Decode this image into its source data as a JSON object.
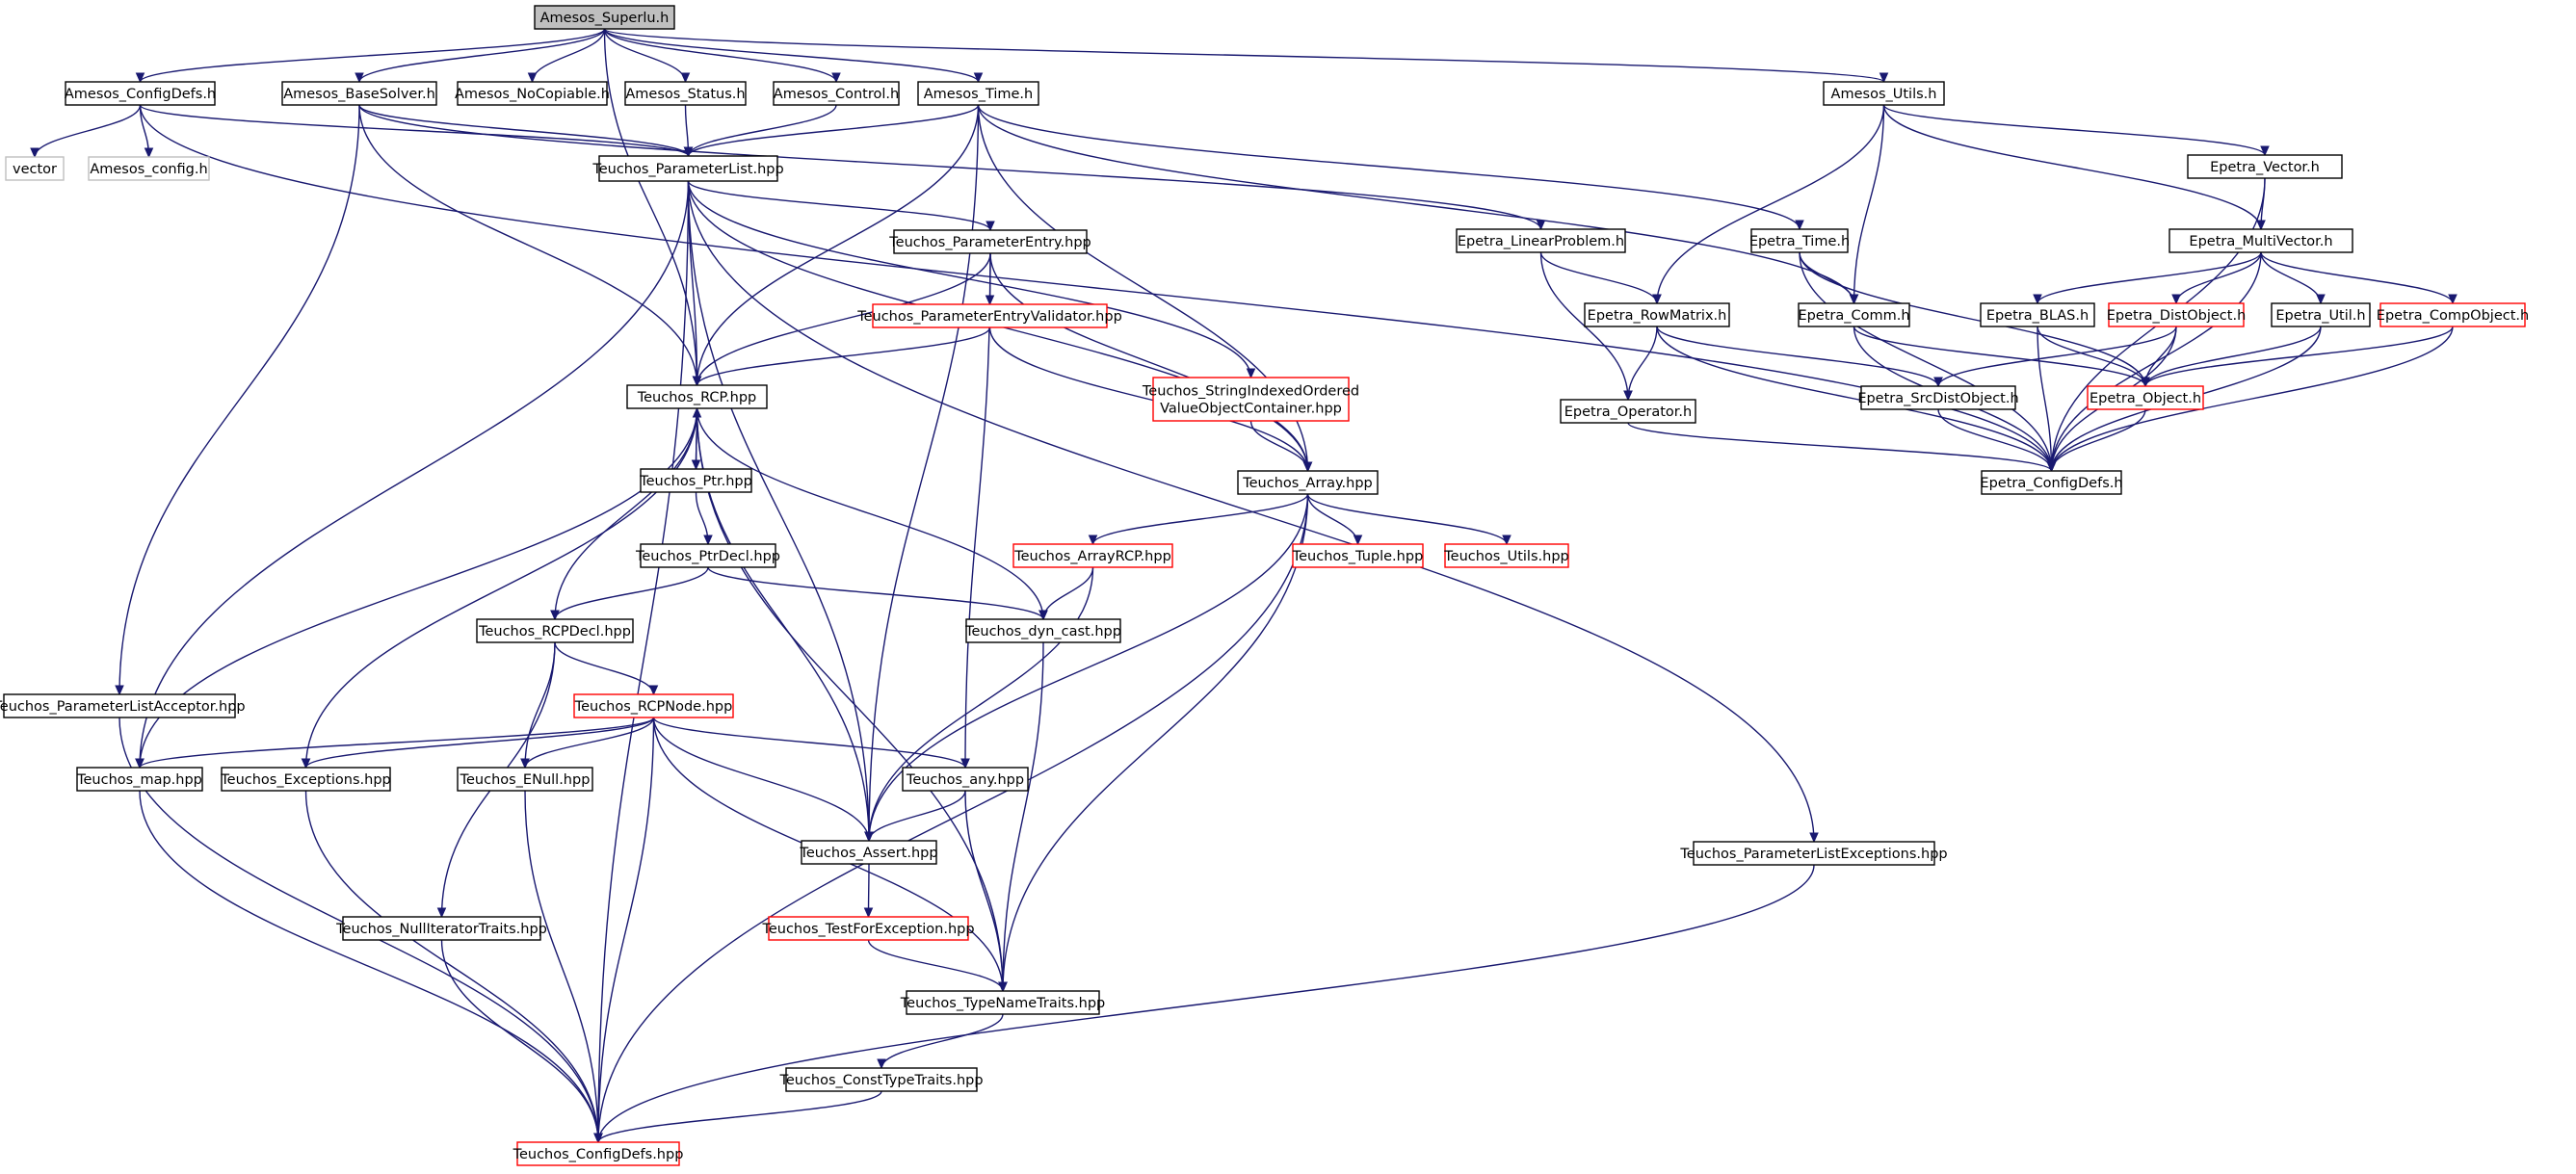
{
  "colors": {
    "edge": "#191970",
    "root_fill": "#bfbfbf",
    "default_border": "#000000",
    "external_border": "#bfbfbf",
    "truncated_border": "#ff0000",
    "text": "#000000"
  },
  "nodes": [
    {
      "id": "superlu",
      "label": "Amesos_Superlu.h",
      "kind": "root"
    },
    {
      "id": "configdefs_amesos",
      "label": "Amesos_ConfigDefs.h",
      "kind": "normal"
    },
    {
      "id": "basesolver",
      "label": "Amesos_BaseSolver.h",
      "kind": "normal"
    },
    {
      "id": "nocopiable",
      "label": "Amesos_NoCopiable.h",
      "kind": "normal"
    },
    {
      "id": "status",
      "label": "Amesos_Status.h",
      "kind": "normal"
    },
    {
      "id": "control",
      "label": "Amesos_Control.h",
      "kind": "normal"
    },
    {
      "id": "time",
      "label": "Amesos_Time.h",
      "kind": "normal"
    },
    {
      "id": "utils",
      "label": "Amesos_Utils.h",
      "kind": "normal"
    },
    {
      "id": "vector",
      "label": "vector",
      "kind": "external"
    },
    {
      "id": "amesos_config",
      "label": "Amesos_config.h",
      "kind": "external"
    },
    {
      "id": "paramlist",
      "label": "Teuchos_ParameterList.hpp",
      "kind": "normal"
    },
    {
      "id": "paramentry",
      "label": "Teuchos_ParameterEntry.hpp",
      "kind": "normal"
    },
    {
      "id": "paramentryvalidator",
      "label": "Teuchos_ParameterEntryValidator.hpp",
      "kind": "truncated"
    },
    {
      "id": "stringindexed",
      "label": [
        "Teuchos_StringIndexedOrdered",
        "ValueObjectContainer.hpp"
      ],
      "kind": "truncated"
    },
    {
      "id": "rcp",
      "label": "Teuchos_RCP.hpp",
      "kind": "normal"
    },
    {
      "id": "ptr",
      "label": "Teuchos_Ptr.hpp",
      "kind": "normal"
    },
    {
      "id": "ptrdecl",
      "label": "Teuchos_PtrDecl.hpp",
      "kind": "normal"
    },
    {
      "id": "rcpdecl",
      "label": "Teuchos_RCPDecl.hpp",
      "kind": "normal"
    },
    {
      "id": "rcpnode",
      "label": "Teuchos_RCPNode.hpp",
      "kind": "truncated"
    },
    {
      "id": "array",
      "label": "Teuchos_Array.hpp",
      "kind": "normal"
    },
    {
      "id": "arrayrcp",
      "label": "Teuchos_ArrayRCP.hpp",
      "kind": "truncated"
    },
    {
      "id": "tuple",
      "label": "Teuchos_Tuple.hpp",
      "kind": "truncated"
    },
    {
      "id": "tutils",
      "label": "Teuchos_Utils.hpp",
      "kind": "truncated"
    },
    {
      "id": "dyncast",
      "label": "Teuchos_dyn_cast.hpp",
      "kind": "normal"
    },
    {
      "id": "plaacceptor",
      "label": "Teuchos_ParameterListAcceptor.hpp",
      "kind": "normal"
    },
    {
      "id": "map",
      "label": "Teuchos_map.hpp",
      "kind": "normal"
    },
    {
      "id": "exceptions",
      "label": "Teuchos_Exceptions.hpp",
      "kind": "normal"
    },
    {
      "id": "enull",
      "label": "Teuchos_ENull.hpp",
      "kind": "normal"
    },
    {
      "id": "any",
      "label": "Teuchos_any.hpp",
      "kind": "normal"
    },
    {
      "id": "assert",
      "label": "Teuchos_Assert.hpp",
      "kind": "normal"
    },
    {
      "id": "testforexc",
      "label": "Teuchos_TestForException.hpp",
      "kind": "truncated"
    },
    {
      "id": "nulliter",
      "label": "Teuchos_NullIteratorTraits.hpp",
      "kind": "normal"
    },
    {
      "id": "typenametraits",
      "label": "Teuchos_TypeNameTraits.hpp",
      "kind": "normal"
    },
    {
      "id": "consttypetraits",
      "label": "Teuchos_ConstTypeTraits.hpp",
      "kind": "normal"
    },
    {
      "id": "tconfigdefs",
      "label": "Teuchos_ConfigDefs.hpp",
      "kind": "truncated"
    },
    {
      "id": "plexceptions",
      "label": "Teuchos_ParameterListExceptions.hpp",
      "kind": "normal"
    },
    {
      "id": "linearproblem",
      "label": "Epetra_LinearProblem.h",
      "kind": "normal"
    },
    {
      "id": "etime",
      "label": "Epetra_Time.h",
      "kind": "normal"
    },
    {
      "id": "evector",
      "label": "Epetra_Vector.h",
      "kind": "normal"
    },
    {
      "id": "multivector",
      "label": "Epetra_MultiVector.h",
      "kind": "normal"
    },
    {
      "id": "rowmatrix",
      "label": "Epetra_RowMatrix.h",
      "kind": "normal"
    },
    {
      "id": "comm",
      "label": "Epetra_Comm.h",
      "kind": "normal"
    },
    {
      "id": "blas",
      "label": "Epetra_BLAS.h",
      "kind": "normal"
    },
    {
      "id": "distobject",
      "label": "Epetra_DistObject.h",
      "kind": "truncated"
    },
    {
      "id": "eutil",
      "label": "Epetra_Util.h",
      "kind": "normal"
    },
    {
      "id": "compobject",
      "label": "Epetra_CompObject.h",
      "kind": "truncated"
    },
    {
      "id": "operator",
      "label": "Epetra_Operator.h",
      "kind": "normal"
    },
    {
      "id": "srcdistobject",
      "label": "Epetra_SrcDistObject.h",
      "kind": "normal"
    },
    {
      "id": "eobject",
      "label": "Epetra_Object.h",
      "kind": "truncated"
    },
    {
      "id": "econfigdefs",
      "label": "Epetra_ConfigDefs.h",
      "kind": "normal"
    }
  ],
  "edges": [
    [
      "superlu",
      "configdefs_amesos"
    ],
    [
      "superlu",
      "basesolver"
    ],
    [
      "superlu",
      "nocopiable"
    ],
    [
      "superlu",
      "status"
    ],
    [
      "superlu",
      "control"
    ],
    [
      "superlu",
      "time"
    ],
    [
      "superlu",
      "utils"
    ],
    [
      "superlu",
      "rcp"
    ],
    [
      "configdefs_amesos",
      "vector"
    ],
    [
      "configdefs_amesos",
      "amesos_config"
    ],
    [
      "configdefs_amesos",
      "paramlist"
    ],
    [
      "configdefs_amesos",
      "econfigdefs"
    ],
    [
      "basesolver",
      "paramlist"
    ],
    [
      "basesolver",
      "rcp"
    ],
    [
      "basesolver",
      "plaacceptor"
    ],
    [
      "basesolver",
      "linearproblem"
    ],
    [
      "status",
      "paramlist"
    ],
    [
      "control",
      "paramlist"
    ],
    [
      "time",
      "paramlist"
    ],
    [
      "time",
      "rcp"
    ],
    [
      "time",
      "assert"
    ],
    [
      "time",
      "array"
    ],
    [
      "time",
      "etime"
    ],
    [
      "time",
      "comm"
    ],
    [
      "utils",
      "rowmatrix"
    ],
    [
      "utils",
      "comm"
    ],
    [
      "utils",
      "multivector"
    ],
    [
      "utils",
      "evector"
    ],
    [
      "paramlist",
      "paramentry"
    ],
    [
      "paramlist",
      "rcp"
    ],
    [
      "paramlist",
      "map"
    ],
    [
      "paramlist",
      "assert"
    ],
    [
      "paramlist",
      "stringindexed"
    ],
    [
      "paramlist",
      "array"
    ],
    [
      "paramlist",
      "tconfigdefs"
    ],
    [
      "paramlist",
      "plexceptions"
    ],
    [
      "paramentry",
      "paramentryvalidator"
    ],
    [
      "paramentry",
      "rcp"
    ],
    [
      "paramentry",
      "any"
    ],
    [
      "paramentry",
      "array"
    ],
    [
      "paramentryvalidator",
      "rcp"
    ],
    [
      "paramentryvalidator",
      "array"
    ],
    [
      "stringindexed",
      "array"
    ],
    [
      "rcp",
      "ptr"
    ],
    [
      "rcp",
      "rcpdecl"
    ],
    [
      "rcp",
      "map"
    ],
    [
      "rcp",
      "exceptions"
    ],
    [
      "rcp",
      "assert"
    ],
    [
      "rcp",
      "dyncast"
    ],
    [
      "rcp",
      "typenametraits"
    ],
    [
      "ptr",
      "rcp"
    ],
    [
      "ptr",
      "ptrdecl"
    ],
    [
      "ptrdecl",
      "rcpdecl"
    ],
    [
      "ptrdecl",
      "dyncast"
    ],
    [
      "rcpdecl",
      "rcpnode"
    ],
    [
      "rcpdecl",
      "enull"
    ],
    [
      "rcpdecl",
      "nulliter"
    ],
    [
      "rcpnode",
      "map"
    ],
    [
      "rcpnode",
      "exceptions"
    ],
    [
      "rcpnode",
      "enull"
    ],
    [
      "rcpnode",
      "any"
    ],
    [
      "rcpnode",
      "assert"
    ],
    [
      "rcpnode",
      "typenametraits"
    ],
    [
      "rcpnode",
      "tconfigdefs"
    ],
    [
      "array",
      "arrayrcp"
    ],
    [
      "array",
      "tuple"
    ],
    [
      "array",
      "tutils"
    ],
    [
      "array",
      "assert"
    ],
    [
      "array",
      "typenametraits"
    ],
    [
      "array",
      "tconfigdefs"
    ],
    [
      "arrayrcp",
      "dyncast"
    ],
    [
      "arrayrcp",
      "assert"
    ],
    [
      "dyncast",
      "typenametraits"
    ],
    [
      "any",
      "assert"
    ],
    [
      "any",
      "typenametraits"
    ],
    [
      "assert",
      "testforexc"
    ],
    [
      "testforexc",
      "typenametraits"
    ],
    [
      "typenametraits",
      "consttypetraits"
    ],
    [
      "consttypetraits",
      "tconfigdefs"
    ],
    [
      "plaacceptor",
      "tconfigdefs"
    ],
    [
      "map",
      "tconfigdefs"
    ],
    [
      "exceptions",
      "tconfigdefs"
    ],
    [
      "enull",
      "tconfigdefs"
    ],
    [
      "nulliter",
      "tconfigdefs"
    ],
    [
      "plexceptions",
      "tconfigdefs"
    ],
    [
      "linearproblem",
      "rowmatrix"
    ],
    [
      "linearproblem",
      "operator"
    ],
    [
      "etime",
      "comm"
    ],
    [
      "etime",
      "eobject"
    ],
    [
      "etime",
      "econfigdefs"
    ],
    [
      "evector",
      "multivector"
    ],
    [
      "evector",
      "econfigdefs"
    ],
    [
      "multivector",
      "blas"
    ],
    [
      "multivector",
      "distobject"
    ],
    [
      "multivector",
      "eutil"
    ],
    [
      "multivector",
      "compobject"
    ],
    [
      "multivector",
      "econfigdefs"
    ],
    [
      "rowmatrix",
      "operator"
    ],
    [
      "rowmatrix",
      "srcdistobject"
    ],
    [
      "rowmatrix",
      "econfigdefs"
    ],
    [
      "comm",
      "eobject"
    ],
    [
      "comm",
      "econfigdefs"
    ],
    [
      "blas",
      "eobject"
    ],
    [
      "blas",
      "econfigdefs"
    ],
    [
      "distobject",
      "srcdistobject"
    ],
    [
      "distobject",
      "eobject"
    ],
    [
      "distobject",
      "econfigdefs"
    ],
    [
      "eutil",
      "eobject"
    ],
    [
      "eutil",
      "econfigdefs"
    ],
    [
      "compobject",
      "eobject"
    ],
    [
      "compobject",
      "econfigdefs"
    ],
    [
      "operator",
      "econfigdefs"
    ],
    [
      "srcdistobject",
      "econfigdefs"
    ],
    [
      "eobject",
      "econfigdefs"
    ]
  ]
}
